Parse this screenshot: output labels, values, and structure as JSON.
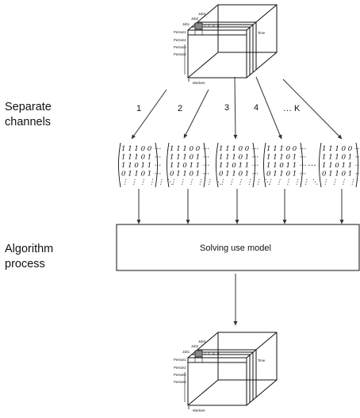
{
  "side_labels": {
    "separate_line1": "Separate",
    "separate_line2": "channels",
    "algorithm_line1": "Algorithm",
    "algorithm_line2": "process"
  },
  "process_box_label": "Solving use model",
  "channel_labels": [
    "1",
    "2",
    "3",
    "4",
    "… K"
  ],
  "ellipsis": "…",
  "cube": {
    "job_labels": [
      "Job3",
      "Job2",
      "Job1"
    ],
    "person_labels": [
      "Person1",
      "Person2",
      "Person3",
      "Person4"
    ],
    "index_labels": [
      "1",
      "2",
      "3",
      "4"
    ],
    "time_label": "Time",
    "workers_label": "Workers"
  },
  "matrix_rows": [
    "1 1 1 0 0 ⋯",
    "1 1 1 0 1 ⋯",
    "1 1 0 1 1 ⋯",
    "0 1 1 0 1 ⋯",
    "⋮ ⋮ ⋮ ⋮ ⋮ ⋱"
  ]
}
